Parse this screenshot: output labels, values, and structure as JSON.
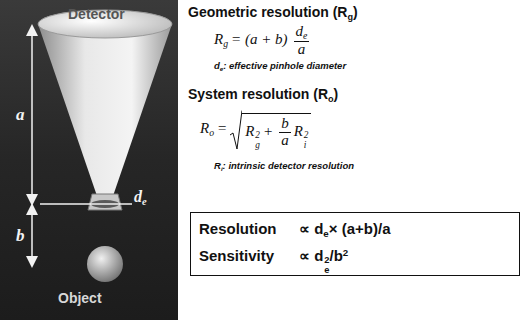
{
  "diagram": {
    "labels": [
      "Detector",
      "a",
      "b",
      "d",
      "e",
      "Object",
      "Geometric resolution (R",
      "g",
      ")",
      "R",
      "g",
      "= (a + b)",
      "d",
      "e",
      "a",
      "d",
      "e",
      ": effective pinhole diameter",
      "System resolution (R",
      "o",
      ")",
      "R",
      "o",
      "=",
      "R",
      "g",
      "2",
      "+",
      "b",
      "a",
      "R",
      "i",
      "2",
      "R",
      "i",
      ": intrinsic detector resolution",
      "Resolution",
      "∝ d",
      "e",
      "× (a+b)/a",
      "Sensitivity",
      "∝ d",
      "e",
      "2",
      "/b",
      "2"
    ]
  }
}
